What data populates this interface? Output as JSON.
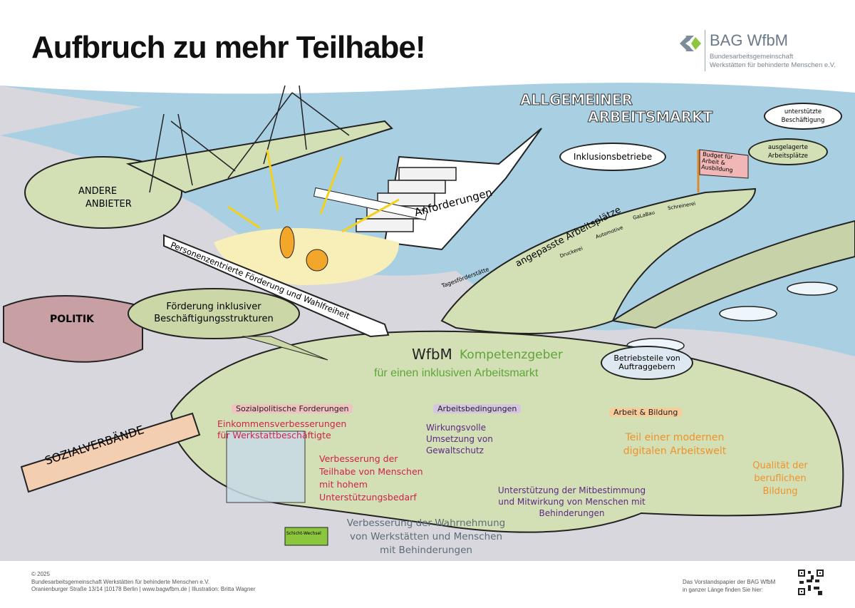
{
  "header": {
    "title": "Aufbruch zu mehr Teilhabe!"
  },
  "logo": {
    "name": "BAG WfbM",
    "sub_line1": "Bundesarbeitsgemeinschaft",
    "sub_line2": "Werkstätten für behinderte Menschen e.V."
  },
  "scene": {
    "allgemeiner_line1": "ALLGEMEINER",
    "allgemeiner_line2": "ARBEITSMARKT",
    "unterstuetzte": "unterstützte Beschäftigung",
    "ausgelagerte": "ausgelagerte Arbeitsplätze",
    "budget": "Budget für Arbeit & Ausbildung",
    "inklusionsbetriebe": "Inklusionsbetriebe",
    "andere_anbieter_1": "ANDERE",
    "andere_anbieter_2": "ANBIETER",
    "anforderungen": "Anforderungen",
    "angepasste": "angepasste Arbeitsplätze",
    "shops": [
      "Druckerei",
      "Automotive",
      "GaLaBau",
      "Schreinerei"
    ],
    "tagesfoerderstaette": "Tagesförderstätte",
    "signpost": "Personenzentrierte Förderung und Wahlfreiheit",
    "politik": "POLITIK",
    "speech": "Förderung inklusiver Beschäftigungsstrukturen",
    "sozialverbaende": "SOZIALVERBÄNDE",
    "wfbm_1": "WfbM",
    "wfbm_2": "Kompetenzgeber",
    "wfbm_3": "für einen inklusiven Arbeitsmarkt",
    "betriebsteile": "Betriebsteile von Auftraggebern",
    "sozialpolitische": {
      "heading": "Sozialpolitische Forderungen",
      "item1": "Einkommensverbesserungen für Werkstattbeschäftigte",
      "item2": "Verbesserung der Teilhabe von Menschen mit hohem Unterstützungsbedarf"
    },
    "arbeitsbedingungen": {
      "heading": "Arbeitsbedingungen",
      "item1": "Wirkungsvolle Umsetzung von Gewaltschutz",
      "item2": "Unterstützung der Mitbestimmung und Mitwirkung von Menschen mit Behinderungen"
    },
    "arbeit_bildung": {
      "heading": "Arbeit & Bildung",
      "item1": "Teil einer modernen digitalen Arbeitswelt",
      "item2": "Qualität der beruflichen Bildung"
    },
    "wahrnehmung": "Verbesserung der Wahrnehmung von Werkstätten und Menschen mit Behinderungen",
    "counter": "Schicht-Wechsel"
  },
  "footer": {
    "copyright": "© 2025",
    "org": "Bundesarbeitsgemeinschaft Werkstätten für behinderte Menschen e.V.",
    "address": "Oranienburger Straße 13/14 |10178 Berlin | www.bagwfbm.de | Illustration: Britta Wagner",
    "qr_line1": "Das Vorstandspapier der BAG WfbM",
    "qr_line2": "in ganzer Länge finden Sie hier:"
  },
  "colors": {
    "water": "#a9cfe3",
    "land": "#d7d7dd",
    "green": "#d3dfb5",
    "red": "#d0224a",
    "purple": "#5b2a86",
    "orange": "#f0922a",
    "wfbm_green": "#5fa53a"
  }
}
